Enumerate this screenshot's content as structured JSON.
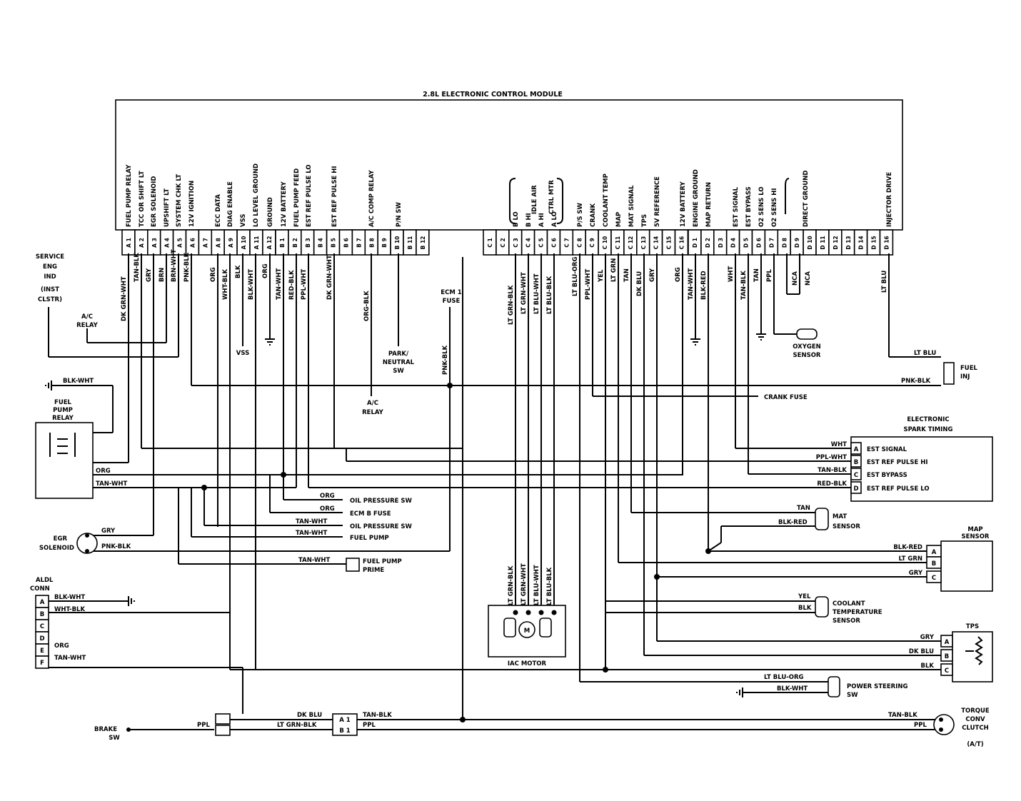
{
  "ecm": {
    "title": "2.8L ELECTRONIC CONTROL MODULE",
    "functions_left": [
      "FUEL PUMP RELAY",
      "TCC OR SHIFT LT",
      "EGR SOLENOID",
      "UPSHIFT LT",
      "SYSTEM CHK LT",
      "12V IGNITION",
      "ECC DATA",
      "DIAG ENABLE",
      "VSS",
      "LO LEVEL GROUND",
      "GROUND",
      "12V BATTERY",
      "FUEL PUMP FEED",
      "EST REF PULSE LO",
      "EST REF PULSE HI",
      "A/C COMP RELAY",
      "P/N SW"
    ],
    "functions_right": [
      "IDLE AIR",
      "CTRL MTR",
      "B LO",
      "B HI",
      "A HI",
      "A LO",
      "P/S SW",
      "CRANK",
      "COOLANT TEMP",
      "MAP",
      "MAT SIGNAL",
      "TPS",
      "5V REFERENCE",
      "12V BATTERY",
      "ENGINE GROUND",
      "MAP RETURN",
      "EST SIGNAL",
      "EST BYPASS",
      "O2 SENS LO",
      "O2 SENS HI",
      "DIRECT GROUND",
      "INJECTOR DRIVE"
    ],
    "pins_A": [
      "A 1",
      "A 2",
      "A 3",
      "A 4",
      "A 5",
      "A 6",
      "A 7",
      "A 8",
      "A 9",
      "A 10",
      "A 11",
      "A 12"
    ],
    "pins_B": [
      "B 1",
      "B 2",
      "B 3",
      "B 4",
      "B 5",
      "B 6",
      "B 7",
      "B 8",
      "B 9",
      "B 10",
      "B 11",
      "B 12"
    ],
    "pins_C": [
      "C 1",
      "C 2",
      "C 3",
      "C 4",
      "C 5",
      "C 6",
      "C 7",
      "C 8",
      "C 9",
      "C 10",
      "C 11",
      "C 12",
      "C 13",
      "C 14",
      "C 15",
      "C 16"
    ],
    "pins_D": [
      "D 1",
      "D 2",
      "D 3",
      "D 4",
      "D 5",
      "D 6",
      "D 7",
      "D 8",
      "D 9",
      "D 10",
      "D 11",
      "D 12",
      "D 13",
      "D 14",
      "D 15",
      "D 16"
    ]
  },
  "wires_left": [
    "DK GRN-WHT",
    "TAN-BLK",
    "GRY",
    "BRN",
    "BRN-WHT",
    "PNK-BLK",
    "ORG",
    "WHT-BLK",
    "BLK",
    "BLK-WHT",
    "ORG",
    "TAN-WHT",
    "RED-BLK",
    "PPL-WHT",
    "DK GRN-WHT",
    "ORG-BLK",
    "PNK-BLK"
  ],
  "wires_right": [
    "LT GRN-BLK",
    "LT GRN-WHT",
    "LT BLU-WHT",
    "LT BLU-BLK",
    "LT BLU-ORG",
    "PPL-WHT",
    "YEL",
    "LT GRN",
    "TAN",
    "DK BLU",
    "GRY",
    "ORG",
    "TAN-WHT",
    "BLK-RED",
    "WHT",
    "TAN-BLK",
    "TAN",
    "PPL",
    "NCA",
    "NCA",
    "LT BLU"
  ],
  "labels": {
    "service_eng": [
      "SERVICE",
      "ENG",
      "IND",
      "(INST",
      "CLSTR)"
    ],
    "ac_relay": [
      "A/C",
      "RELAY"
    ],
    "vss": "VSS",
    "park_neutral": [
      "PARK/",
      "NEUTRAL",
      "SW"
    ],
    "ecm1_fuse": [
      "ECM 1",
      "FUSE"
    ],
    "oxygen_sensor": [
      "OXYGEN",
      "SENSOR"
    ],
    "fuel_inj": [
      "FUEL",
      "INJ"
    ],
    "crank_fuse": "CRANK FUSE",
    "fuel_pump_relay": [
      "FUEL",
      "PUMP",
      "RELAY"
    ],
    "oil_pressure_sw": "OIL PRESSURE SW",
    "ecm_b_fuse": "ECM B FUSE",
    "fuel_pump": "FUEL PUMP",
    "fuel_pump_prime": [
      "FUEL PUMP",
      "PRIME"
    ],
    "egr_solenoid": [
      "EGR",
      "SOLENOID"
    ],
    "aldl_conn": [
      "ALDL",
      "CONN"
    ],
    "iac_motor": "IAC MOTOR",
    "iac_m": "M",
    "brake_sw": [
      "BRAKE",
      "SW"
    ],
    "mat_sensor": [
      "MAT",
      "SENSOR"
    ],
    "map_sensor": [
      "MAP",
      "SENSOR"
    ],
    "coolant_sensor": [
      "COOLANT",
      "TEMPERATURE",
      "SENSOR"
    ],
    "tps": "TPS",
    "power_steering": [
      "POWER STEERING",
      "SW"
    ],
    "torque_conv": [
      "TORQUE",
      "CONV",
      "CLUTCH",
      "(A/T)"
    ],
    "est": [
      "ELECTRONIC",
      "SPARK TIMING"
    ]
  },
  "est_rows": [
    {
      "pin": "A",
      "label": "EST SIGNAL",
      "wire": "WHT"
    },
    {
      "pin": "B",
      "label": "EST REF PULSE HI",
      "wire": "PPL-WHT"
    },
    {
      "pin": "C",
      "label": "EST BYPASS",
      "wire": "TAN-BLK"
    },
    {
      "pin": "D",
      "label": "EST REF PULSE LO",
      "wire": "RED-BLK"
    }
  ],
  "map_rows": [
    {
      "pin": "A",
      "wire": "BLK-RED"
    },
    {
      "pin": "B",
      "wire": "LT GRN"
    },
    {
      "pin": "C",
      "wire": "GRY"
    }
  ],
  "tps_rows": [
    {
      "pin": "A",
      "wire": "GRY"
    },
    {
      "pin": "B",
      "wire": "DK BLU"
    },
    {
      "pin": "C",
      "wire": "BLK"
    }
  ],
  "aldl_rows": [
    {
      "pin": "A",
      "wire": "BLK-WHT"
    },
    {
      "pin": "B",
      "wire": "WHT-BLK"
    },
    {
      "pin": "C",
      "wire": ""
    },
    {
      "pin": "D",
      "wire": ""
    },
    {
      "pin": "E",
      "wire": "ORG"
    },
    {
      "pin": "F",
      "wire": "TAN-WHT"
    }
  ],
  "misc_wires": {
    "blk_wht": "BLK-WHT",
    "org": "ORG",
    "tan_wht": "TAN-WHT",
    "gry": "GRY",
    "pnk_blk": "PNK-BLK",
    "lt_blu": "LT BLU",
    "tan": "TAN",
    "blk_red": "BLK-RED",
    "yel": "YEL",
    "blk": "BLK",
    "lt_blu_org": "LT BLU-ORG",
    "dk_blu": "DK BLU",
    "lt_grn_blk": "LT GRN-BLK",
    "tan_blk": "TAN-BLK",
    "ppl": "PPL",
    "conn_a1": "A 1",
    "conn_b1": "B 1"
  }
}
